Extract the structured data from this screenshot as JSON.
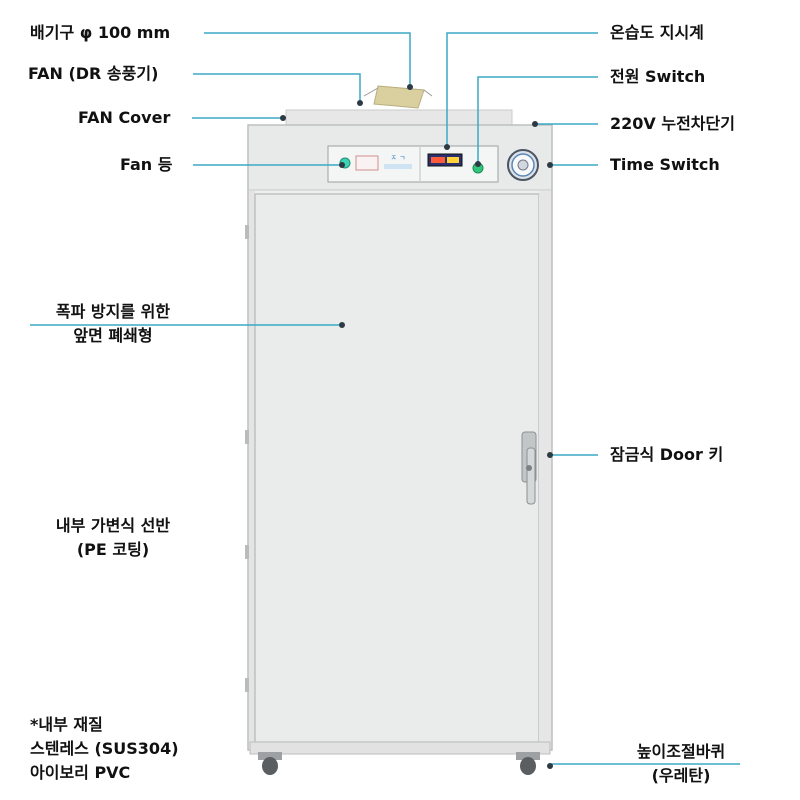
{
  "colors": {
    "leader_line": "#3aa9c6",
    "cabinet_body": "#ededeb",
    "door": "#e9eaea",
    "panel": "#e4e5e6",
    "outline": "#b9bcbd",
    "text": "#111111"
  },
  "labels": {
    "exhaust": "배기구  φ 100 mm",
    "fan": "FAN (DR 송풍기)",
    "fan_cover": "FAN Cover",
    "fan_lamp": "Fan 등",
    "thermo_hygrometer": "온습도 지시계",
    "power_switch": "전원 Switch",
    "breaker": "220V 누전차단기",
    "time_switch": "Time Switch",
    "door_front_line1": "폭파 방지를 위한",
    "door_front_line2": "앞면 폐쇄형",
    "door_key": "잠금식 Door 키",
    "shelf_line1": "내부 가변식 선반",
    "shelf_line2": "(PE 코팅)",
    "material_line1": "*내부 재질",
    "material_line2": "스텐레스 (SUS304)",
    "material_line3": "아이보리 PVC",
    "caster_line1": "높이조절바퀴",
    "caster_line2": "(우레탄)"
  }
}
